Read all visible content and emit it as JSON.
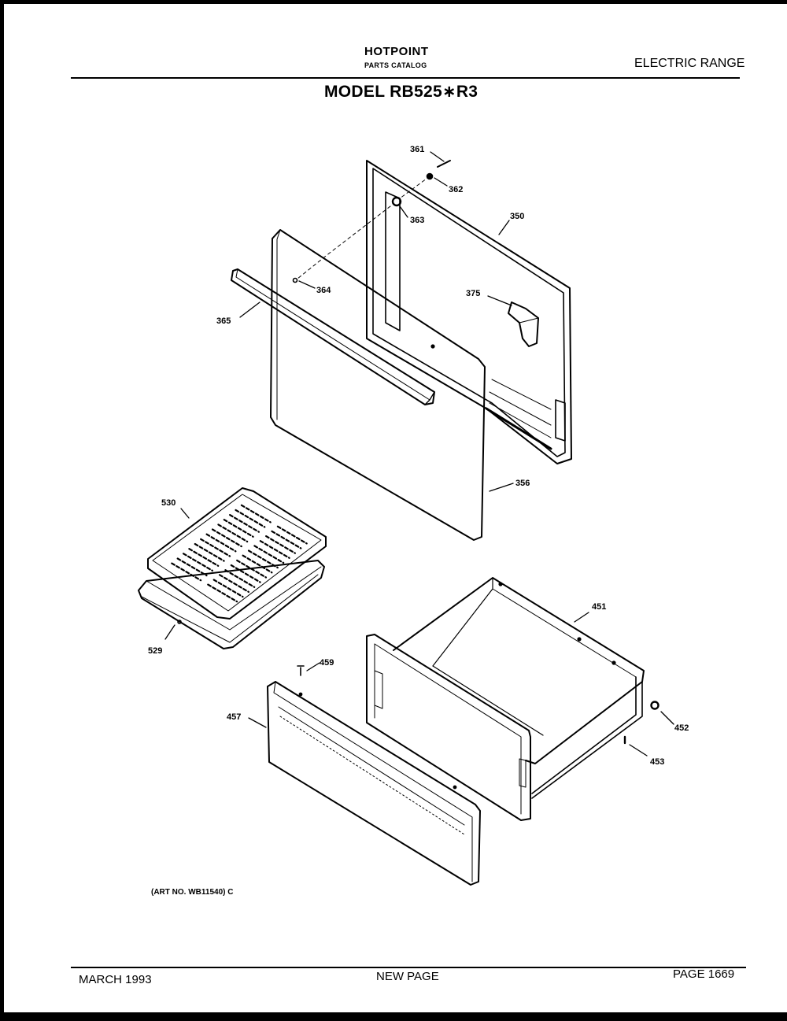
{
  "header": {
    "brand": "HOTPOINT",
    "catalog": "PARTS CATALOG",
    "category": "ELECTRIC RANGE",
    "model": "MODEL RB525∗R3"
  },
  "parts": [
    {
      "id": "p361",
      "label": "361"
    },
    {
      "id": "p362",
      "label": "362"
    },
    {
      "id": "p363",
      "label": "363"
    },
    {
      "id": "p350",
      "label": "350"
    },
    {
      "id": "p364",
      "label": "364"
    },
    {
      "id": "p365",
      "label": "365"
    },
    {
      "id": "p375",
      "label": "375"
    },
    {
      "id": "p356",
      "label": "356"
    },
    {
      "id": "p530",
      "label": "530"
    },
    {
      "id": "p529",
      "label": "529"
    },
    {
      "id": "p451",
      "label": "451"
    },
    {
      "id": "p459",
      "label": "459"
    },
    {
      "id": "p457",
      "label": "457"
    },
    {
      "id": "p452",
      "label": "452"
    },
    {
      "id": "p453",
      "label": "453"
    }
  ],
  "art_number": "(ART NO. WB11540) C",
  "footer": {
    "date": "MARCH 1993",
    "note": "NEW PAGE",
    "page": "PAGE 1669"
  }
}
